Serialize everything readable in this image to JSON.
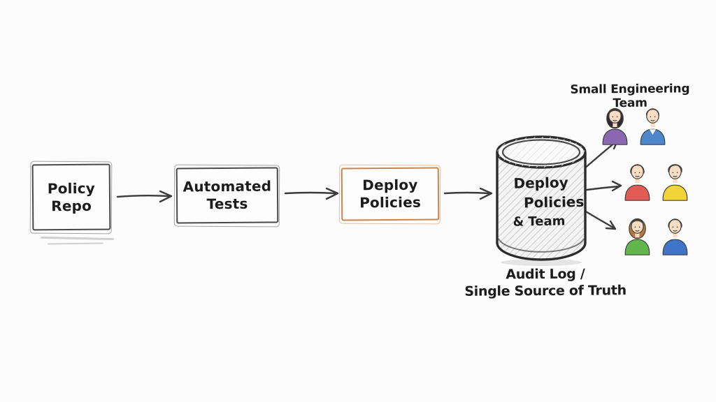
{
  "pipeline": {
    "boxes": [
      {
        "lines": [
          "Policy",
          "Repo"
        ],
        "border": "#4a4a4a"
      },
      {
        "lines": [
          "Automated",
          "Tests"
        ],
        "border": "#4a4a4a"
      },
      {
        "lines": [
          "Deploy",
          "Policies"
        ],
        "border": "#c9854f"
      }
    ]
  },
  "datastore": {
    "lines": [
      "Deploy",
      "Policies",
      "& Team"
    ],
    "caption_lines": [
      "Audit Log /",
      "Single Source of Truth"
    ]
  },
  "team": {
    "heading": "Small Engineering Team",
    "skin": "#f7ddc2",
    "members": [
      {
        "shirt": "#8a68b0",
        "hair": "#2e2a33"
      },
      {
        "shirt": "#4d86c9",
        "hair": "#26262b"
      },
      {
        "shirt": "#e25b55",
        "hair": "#4a2c1a"
      },
      {
        "shirt": "#f2d437",
        "hair": "#f0a832"
      },
      {
        "shirt": "#63b54d",
        "hair": "#b5793a"
      },
      {
        "shirt": "#3f74c9",
        "hair": "#1c1c1e"
      }
    ]
  },
  "colors": {
    "ink": "#3c3c3c",
    "pencil_hatch": "#c9c9c9"
  }
}
